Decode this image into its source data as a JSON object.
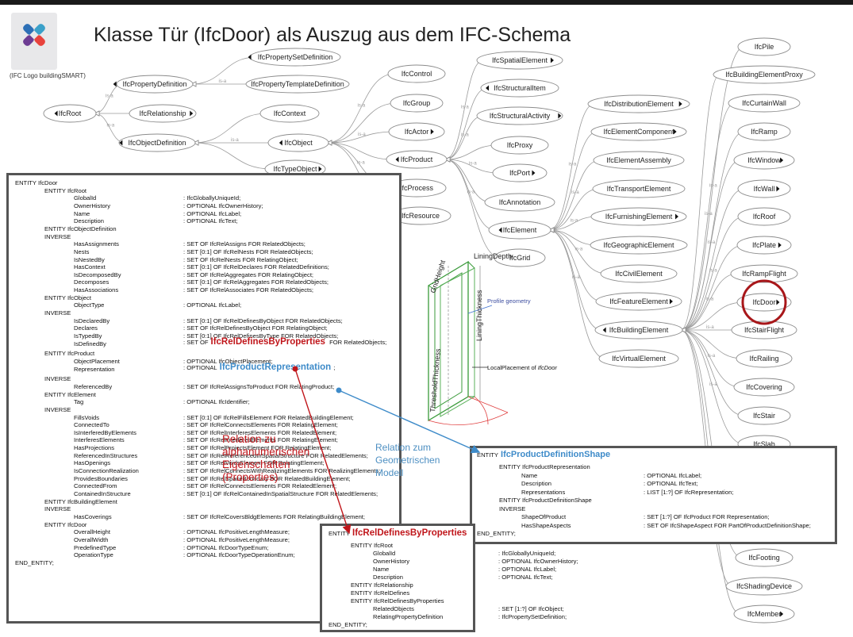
{
  "title": "Klasse Tür (IfcDoor) als Auszug aus dem IFC-Schema",
  "logo_caption": "(IFC Logo buildingSMART)",
  "is_a_label": "is-a",
  "nodes": [
    {
      "id": "IfcRoot",
      "label": "IfcRoot",
      "marker": "left"
    },
    {
      "id": "IfcPropertyDefinition",
      "label": "IfcPropertyDefinition",
      "marker": "left"
    },
    {
      "id": "IfcRelationship",
      "label": "IfcRelationship",
      "marker": "right"
    },
    {
      "id": "IfcObjectDefinition",
      "label": "IfcObjectDefinition",
      "marker": "left"
    },
    {
      "id": "IfcPropertySetDefinition",
      "label": "IfcPropertySetDefinition",
      "marker": "left"
    },
    {
      "id": "IfcPropertyTemplateDefinition",
      "label": "IfcPropertyTemplateDefinition",
      "marker": "none"
    },
    {
      "id": "IfcContext",
      "label": "IfcContext",
      "marker": "none"
    },
    {
      "id": "IfcObject",
      "label": "IfcObject",
      "marker": "left"
    },
    {
      "id": "IfcTypeObject",
      "label": "IfcTypeObject",
      "marker": "right"
    },
    {
      "id": "IfcControl",
      "label": "IfcControl",
      "marker": "none"
    },
    {
      "id": "IfcGroup",
      "label": "IfcGroup",
      "marker": "none"
    },
    {
      "id": "IfcActor",
      "label": "IfcActor",
      "marker": "right"
    },
    {
      "id": "IfcProduct",
      "label": "IfcProduct",
      "marker": "left"
    },
    {
      "id": "IfcProcess",
      "label": "IfcProcess",
      "marker": "none"
    },
    {
      "id": "IfcResource",
      "label": "IfcResource",
      "marker": "none"
    },
    {
      "id": "IfcSpatialElement",
      "label": "IfcSpatialElement",
      "marker": "right"
    },
    {
      "id": "IfcStructuralItem",
      "label": "IfcStructuralItem",
      "marker": "left"
    },
    {
      "id": "IfcStructuralActivity",
      "label": "IfcStructuralActivity",
      "marker": "right"
    },
    {
      "id": "IfcProxy",
      "label": "IfcProxy",
      "marker": "none"
    },
    {
      "id": "IfcPort",
      "label": "IfcPort",
      "marker": "right"
    },
    {
      "id": "IfcAnnotation",
      "label": "IfcAnnotation",
      "marker": "none"
    },
    {
      "id": "IfcElement",
      "label": "IfcElement",
      "marker": "left"
    },
    {
      "id": "IfcGrid",
      "label": "IfcGrid",
      "marker": "none"
    },
    {
      "id": "IfcDistributionElement",
      "label": "IfcDistributionElement",
      "marker": "right"
    },
    {
      "id": "IfcElementComponent",
      "label": "IfcElementComponent",
      "marker": "right"
    },
    {
      "id": "IfcElementAssembly",
      "label": "IfcElementAssembly",
      "marker": "none"
    },
    {
      "id": "IfcTransportElement",
      "label": "IfcTransportElement",
      "marker": "none"
    },
    {
      "id": "IfcFurnishingElement",
      "label": "IfcFurnishingElement",
      "marker": "right"
    },
    {
      "id": "IfcGeographicElement",
      "label": "IfcGeographicElement",
      "marker": "none"
    },
    {
      "id": "IfcCivilElement",
      "label": "IfcCivilElement",
      "marker": "none"
    },
    {
      "id": "IfcFeatureElement",
      "label": "IfcFeatureElement",
      "marker": "right"
    },
    {
      "id": "IfcBuildingElement",
      "label": "IfcBuildingElement",
      "marker": "left"
    },
    {
      "id": "IfcVirtualElement",
      "label": "IfcVirtualElement",
      "marker": "none"
    },
    {
      "id": "IfcPile",
      "label": "IfcPile",
      "marker": "none"
    },
    {
      "id": "IfcBuildingElementProxy",
      "label": "IfcBuildingElementProxy",
      "marker": "none"
    },
    {
      "id": "IfcCurtainWall",
      "label": "IfcCurtainWall",
      "marker": "none"
    },
    {
      "id": "IfcRamp",
      "label": "IfcRamp",
      "marker": "none"
    },
    {
      "id": "IfcWindow",
      "label": "IfcWindow",
      "marker": "right"
    },
    {
      "id": "IfcWall",
      "label": "IfcWall",
      "marker": "right"
    },
    {
      "id": "IfcRoof",
      "label": "IfcRoof",
      "marker": "none"
    },
    {
      "id": "IfcPlate",
      "label": "IfcPlate",
      "marker": "right"
    },
    {
      "id": "IfcRampFlight",
      "label": "IfcRampFlight",
      "marker": "none"
    },
    {
      "id": "IfcDoor",
      "label": "IfcDoor",
      "marker": "right"
    },
    {
      "id": "IfcStairFlight",
      "label": "IfcStairFlight",
      "marker": "none"
    },
    {
      "id": "IfcRailing",
      "label": "IfcRailing",
      "marker": "none"
    },
    {
      "id": "IfcCovering",
      "label": "IfcCovering",
      "marker": "none"
    },
    {
      "id": "IfcStair",
      "label": "IfcStair",
      "marker": "none"
    },
    {
      "id": "IfcSlab",
      "label": "IfcSlab",
      "marker": "none"
    },
    {
      "id": "IfcFooting",
      "label": "IfcFooting",
      "marker": "none"
    },
    {
      "id": "IfcShadingDevice",
      "label": "IfcShadingDevice",
      "marker": "none"
    },
    {
      "id": "IfcMember",
      "label": "IfcMember",
      "marker": "right"
    }
  ],
  "geometry_labels": {
    "profile": "Profile geometry",
    "local_placement": "LocalPlacement of",
    "local_placement_em": "IfcDoor",
    "grid_height": "GridHeight",
    "lining_depth": "LiningDepth",
    "threshold_thickness": "ThresholdThickness",
    "lining_thickness": "LiningThickness"
  },
  "annotations": {
    "relation_props": "Relation zu\nalphanumerischen\nEigenschaften\n(Properties)",
    "relation_geom": "Relation zum\nGeometrischen\nModell"
  },
  "colors": {
    "red": "#c0161b",
    "blue": "#3e8bc9",
    "panel_border": "#555555",
    "highlight_circle": "#a8171a"
  },
  "panel_door": {
    "rows": [
      {
        "a": "ENTITY IfcDoor",
        "b": "",
        "lvl": 0
      },
      {
        "a": "ENTITY IfcRoot",
        "b": "",
        "lvl": 1
      },
      {
        "a": "GlobalId",
        "b": ": IfcGloballyUniqueId;",
        "lvl": 2
      },
      {
        "a": "OwnerHistory",
        "b": ": OPTIONAL IfcOwnerHistory;",
        "lvl": 2
      },
      {
        "a": "Name",
        "b": ": OPTIONAL IfcLabel;",
        "lvl": 2
      },
      {
        "a": "Description",
        "b": ": OPTIONAL IfcText;",
        "lvl": 2
      },
      {
        "a": "ENTITY IfcObjectDefinition",
        "b": "",
        "lvl": 1
      },
      {
        "a": "INVERSE",
        "b": "",
        "lvl": 1
      },
      {
        "a": "HasAssignments",
        "b": ": SET OF IfcRelAssigns FOR RelatedObjects;",
        "lvl": 2
      },
      {
        "a": "Nests",
        "b": ": SET [0:1] OF IfcRelNests FOR RelatedObjects;",
        "lvl": 2
      },
      {
        "a": "IsNestedBy",
        "b": ": SET OF IfcRelNests FOR RelatingObject;",
        "lvl": 2
      },
      {
        "a": "HasContext",
        "b": ": SET [0:1] OF IfcRelDeclares FOR RelatedDefinitions;",
        "lvl": 2
      },
      {
        "a": "IsDecomposedBy",
        "b": ": SET OF IfcRelAggregates FOR RelatingObject;",
        "lvl": 2
      },
      {
        "a": "Decomposes",
        "b": ": SET [0:1] OF IfcRelAggregates FOR RelatedObjects;",
        "lvl": 2
      },
      {
        "a": "HasAssociations",
        "b": ": SET OF IfcRelAssociates FOR RelatedObjects;",
        "lvl": 2
      },
      {
        "a": "ENTITY IfcObject",
        "b": "",
        "lvl": 1
      },
      {
        "a": "ObjectType",
        "b": ": OPTIONAL IfcLabel;",
        "lvl": 2
      },
      {
        "a": "INVERSE",
        "b": "",
        "lvl": 1
      },
      {
        "a": "IsDeclaredBy",
        "b": ": SET [0:1] OF IfcRelDefinesByObject FOR RelatedObjects;",
        "lvl": 2
      },
      {
        "a": "Declares",
        "b": ": SET OF IfcRelDefinesByObject FOR RelatingObject;",
        "lvl": 2
      },
      {
        "a": "IsTypedBy",
        "b": ": SET [0:1] OF IfcRelDefinesByType FOR RelatedObjects;",
        "lvl": 2
      },
      {
        "a": "IsDefinedBy",
        "b": ": SET OF",
        "hl": "IfcRelDefinesByProperties",
        "hlc": "red",
        "c": " FOR RelatedObjects;",
        "lvl": 2,
        "big": true
      },
      {
        "a": "ENTITY IfcProduct",
        "b": "",
        "lvl": 1
      },
      {
        "a": "ObjectPlacement",
        "b": ": OPTIONAL IfcObjectPlacement;",
        "lvl": 2
      },
      {
        "a": "Representation",
        "b": ": OPTIONAL",
        "hl": "IfcProductRepresentation",
        "hlc": "blue",
        "c": ";",
        "lvl": 2,
        "big": true
      },
      {
        "a": "INVERSE",
        "b": "",
        "lvl": 1
      },
      {
        "a": "ReferencedBy",
        "b": ": SET OF IfcRelAssignsToProduct FOR RelatingProduct;",
        "lvl": 2
      },
      {
        "a": "ENTITY IfcElement",
        "b": "",
        "lvl": 1
      },
      {
        "a": "Tag",
        "b": ": OPTIONAL IfcIdentifier;",
        "lvl": 2
      },
      {
        "a": "INVERSE",
        "b": "",
        "lvl": 1
      },
      {
        "a": "FillsVoids",
        "b": ": SET [0:1] OF IfcRelFillsElement FOR RelatedBuildingElement;",
        "lvl": 2
      },
      {
        "a": "ConnectedTo",
        "b": ": SET OF IfcRelConnectsElements FOR RelatingElement;",
        "lvl": 2
      },
      {
        "a": "IsInterferedByElements",
        "b": ": SET OF IfcRelInterferesElements FOR RelatedElement;",
        "lvl": 2
      },
      {
        "a": "InterferesElements",
        "b": ": SET OF IfcRelInterferesElements FOR RelatingElement;",
        "lvl": 2
      },
      {
        "a": "HasProjections",
        "b": ": SET OF IfcRelProjectsElement FOR RelatingElement;",
        "lvl": 2
      },
      {
        "a": "ReferencedInStructures",
        "b": ": SET OF IfcRelReferencedInSpatialStructure FOR RelatedElements;",
        "lvl": 2
      },
      {
        "a": "HasOpenings",
        "b": ": SET OF IfcRelVoidsElement FOR RelatingElement;",
        "lvl": 2
      },
      {
        "a": "IsConnectionRealization",
        "b": ": SET OF IfcRelConnectsWithRealizingElements FOR RealizingElements;",
        "lvl": 2
      },
      {
        "a": "ProvidesBoundaries",
        "b": ": SET OF IfcRelSpaceBoundary FOR RelatedBuildingElement;",
        "lvl": 2
      },
      {
        "a": "ConnectedFrom",
        "b": ": SET OF IfcRelConnectsElements FOR RelatedElement;",
        "lvl": 2
      },
      {
        "a": "ContainedInStructure",
        "b": ": SET [0:1] OF IfcRelContainedInSpatialStructure FOR RelatedElements;",
        "lvl": 2
      },
      {
        "a": "ENTITY IfcBuildingElement",
        "b": "",
        "lvl": 1
      },
      {
        "a": "INVERSE",
        "b": "",
        "lvl": 1
      },
      {
        "a": "HasCoverings",
        "b": ": SET OF IfcRelCoversBldgElements FOR RelatingBuildingElement;",
        "lvl": 2
      },
      {
        "a": "ENTITY IfcDoor",
        "b": "",
        "lvl": 1
      },
      {
        "a": "OverallHeight",
        "b": ": OPTIONAL IfcPositiveLengthMeasure;",
        "lvl": 2
      },
      {
        "a": "OverallWidth",
        "b": ": OPTIONAL IfcPositiveLengthMeasure;",
        "lvl": 2
      },
      {
        "a": "PredefinedType",
        "b": ": OPTIONAL IfcDoorTypeEnum;",
        "lvl": 2
      },
      {
        "a": "OperationType",
        "b": ": OPTIONAL IfcDoorTypeOperationEnum;",
        "lvl": 2
      },
      {
        "a": "END_ENTITY;",
        "b": "",
        "lvl": 0
      }
    ]
  },
  "panel_props": {
    "entity_prefix": "ENTITY",
    "entity_name": "IfcRelDefinesByProperties",
    "rows": [
      {
        "a": "ENTITY IfcRoot",
        "b": "",
        "lvl": 1
      },
      {
        "a": "GlobalId",
        "b": ": IfcGloballyUniqueId;",
        "lvl": 2
      },
      {
        "a": "OwnerHistory",
        "b": ": OPTIONAL IfcOwnerHistory;",
        "lvl": 2
      },
      {
        "a": "Name",
        "b": ": OPTIONAL IfcLabel;",
        "lvl": 2
      },
      {
        "a": "Description",
        "b": ": OPTIONAL IfcText;",
        "lvl": 2
      },
      {
        "a": "ENTITY IfcRelationship",
        "b": "",
        "lvl": 1
      },
      {
        "a": "ENTITY IfcRelDefines",
        "b": "",
        "lvl": 1
      },
      {
        "a": "ENTITY IfcRelDefinesByProperties",
        "b": "",
        "lvl": 1
      },
      {
        "a": "RelatedObjects",
        "b": ": SET [1:?] OF IfcObject;",
        "lvl": 2
      },
      {
        "a": "RelatingPropertyDefinition",
        "b": ": IfcPropertySetDefinition;",
        "lvl": 2
      },
      {
        "a": "END_ENTITY;",
        "b": "",
        "lvl": 0
      }
    ]
  },
  "panel_shape": {
    "entity_prefix": "ENTITY",
    "entity_name": "IfcProductDefinitionShape",
    "rows": [
      {
        "a": "ENTITY IfcProductRepresentation",
        "b": "",
        "lvl": 1
      },
      {
        "a": "Name",
        "b": ": OPTIONAL IfcLabel;",
        "lvl": 2
      },
      {
        "a": "Description",
        "b": ": OPTIONAL IfcText;",
        "lvl": 2
      },
      {
        "a": "Representations",
        "b": ": LIST [1:?] OF IfcRepresentation;",
        "lvl": 2
      },
      {
        "a": "ENTITY IfcProductDefinitionShape",
        "b": "",
        "lvl": 1
      },
      {
        "a": "INVERSE",
        "b": "",
        "lvl": 1
      },
      {
        "a": "ShapeOfProduct",
        "b": ": SET [1:?] OF IfcProduct FOR Representation;",
        "lvl": 2
      },
      {
        "a": "HasShapeAspects",
        "b": ": SET OF IfcShapeAspect FOR PartOfProductDefinitionShape;",
        "lvl": 2
      },
      {
        "a": "END_ENTITY;",
        "b": "",
        "lvl": 0
      }
    ]
  }
}
